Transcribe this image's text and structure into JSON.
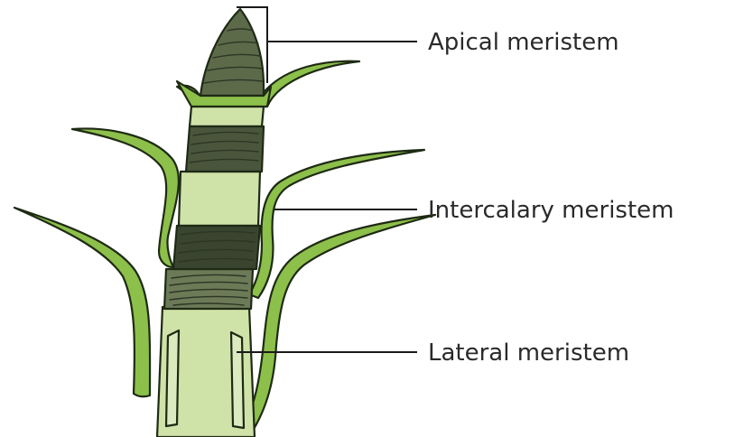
{
  "labels": {
    "apical": "Apical meristem",
    "intercalary": "Intercalary meristem",
    "lateral": "Lateral meristem"
  },
  "colors": {
    "stem_fill": "#cfe3a8",
    "leaf_fill": "#8cc04a",
    "meristem_dark": "#3a4530",
    "meristem_mid": "#6c7a58",
    "outline": "#1e2a14",
    "text": "#2a2a2a"
  }
}
